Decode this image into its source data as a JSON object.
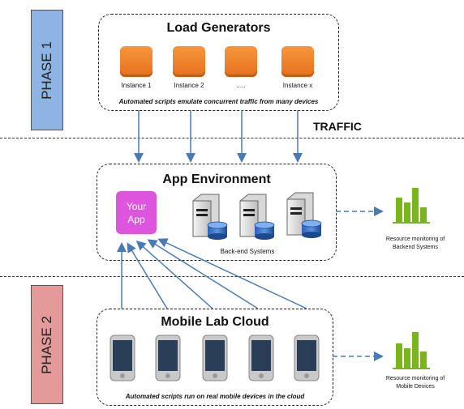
{
  "phase1": {
    "label": "PHASE 1",
    "color": "#8db4e3"
  },
  "phase2": {
    "label": "PHASE 2",
    "color": "#e39a98"
  },
  "load_generators": {
    "title": "Load Generators",
    "instances": [
      "Instance 1",
      "Instance 2",
      ".....",
      "Instance x"
    ],
    "caption": "Automated scripts emulate concurrent traffic from many devices"
  },
  "traffic_label": "TRAFFIC",
  "app_environment": {
    "title": "App Environment",
    "your_app": "Your App",
    "backend_label": "Back-end Systems"
  },
  "mobile_lab": {
    "title": "Mobile Lab Cloud",
    "caption": "Automated scripts run on real mobile devices in the cloud"
  },
  "monitor_backend": {
    "line1": "Resource monitoring of",
    "line2": "Backend Systems"
  },
  "monitor_mobile": {
    "line1": "Resource monitoring of",
    "line2": "Mobile Devices"
  },
  "colors": {
    "arrow": "#4a7ab5",
    "chart": "#7ab51d",
    "instance": "#f08a30",
    "app": "#dd55dd"
  }
}
